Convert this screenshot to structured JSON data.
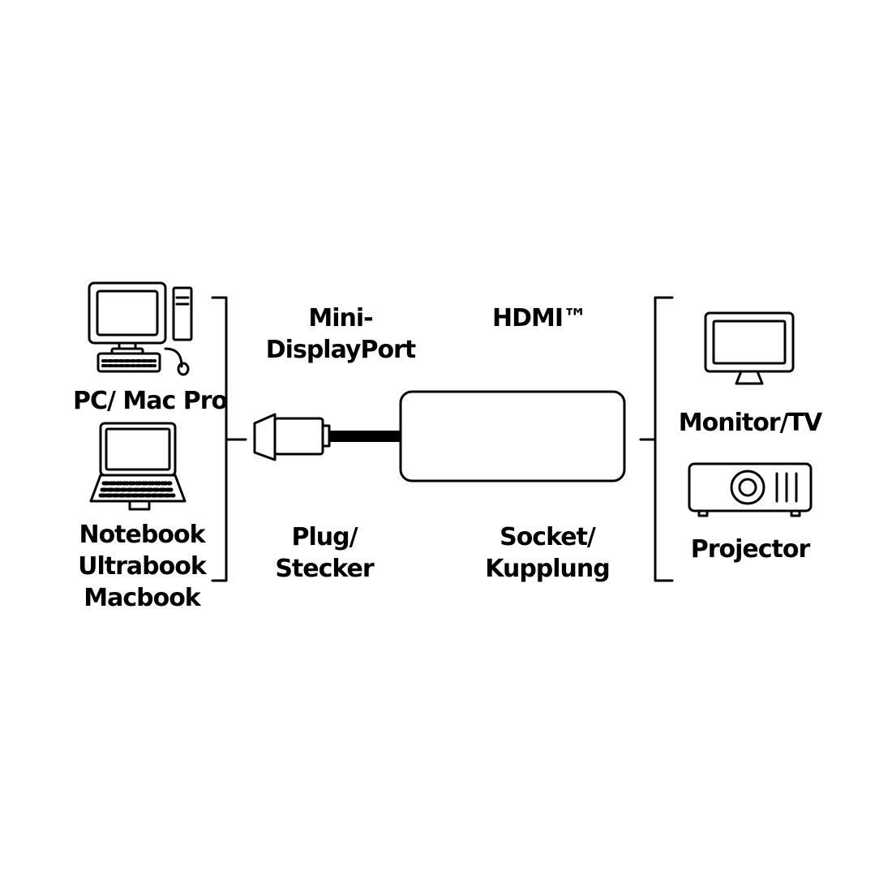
{
  "labels": {
    "pc_mac": "PC/ Mac Pro",
    "notebook_1": "Notebook",
    "notebook_2": "Ultrabook",
    "notebook_3": "Macbook",
    "connector_1": "Mini-",
    "connector_2": "DisplayPort",
    "hdmi": "HDMI™",
    "plug_1": "Plug/",
    "plug_2": "Stecker",
    "socket_1": "Socket/",
    "socket_2": "Kupplung",
    "monitor": "Monitor/TV",
    "projector": "Projector"
  }
}
